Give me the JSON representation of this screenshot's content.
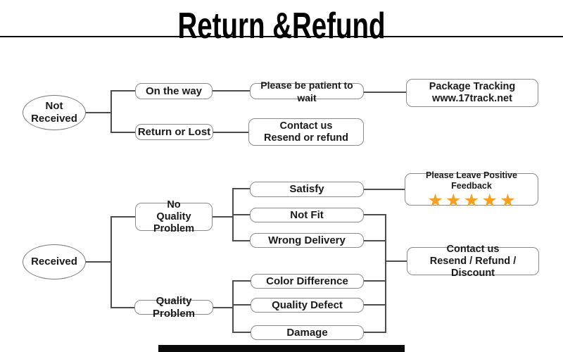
{
  "header": {
    "title": "Return &Refund"
  },
  "flowchart": {
    "not_received_branch": {
      "start": {
        "line1": "Not",
        "line2": "Received"
      },
      "on_the_way": {
        "label": "On the way"
      },
      "be_patient": {
        "label": "Please be patient to wait"
      },
      "package_tracking": {
        "line1": "Package Tracking",
        "line2": "www.17track.net"
      },
      "return_or_lost": {
        "label": "Return or Lost"
      },
      "contact_resend_refund": {
        "line1": "Contact us",
        "line2": "Resend or refund"
      }
    },
    "received_branch": {
      "start": {
        "label": "Received"
      },
      "no_quality_problem": {
        "line1": "No",
        "line2": "Quality Problem"
      },
      "satisfy": {
        "label": "Satisfy"
      },
      "positive_feedback": {
        "label": "Please Leave Positive Feedback",
        "stars": "★★★★★",
        "star_count": 5
      },
      "not_fit": {
        "label": "Not Fit"
      },
      "wrong_delivery": {
        "label": "Wrong Delivery"
      },
      "quality_problem": {
        "label": "Quality Problem"
      },
      "color_difference": {
        "label": "Color Difference"
      },
      "quality_defect": {
        "label": "Quality Defect"
      },
      "damage": {
        "label": "Damage"
      },
      "contact_resend_refund_discount": {
        "line1": "Contact us",
        "line2": "Resend / Refund / Discount"
      }
    },
    "colors": {
      "star": "#F6A01E",
      "connector": "#4D4D4D",
      "box_border": "#8A8A8A",
      "text": "#1A1A1A",
      "title": "#000000"
    }
  }
}
